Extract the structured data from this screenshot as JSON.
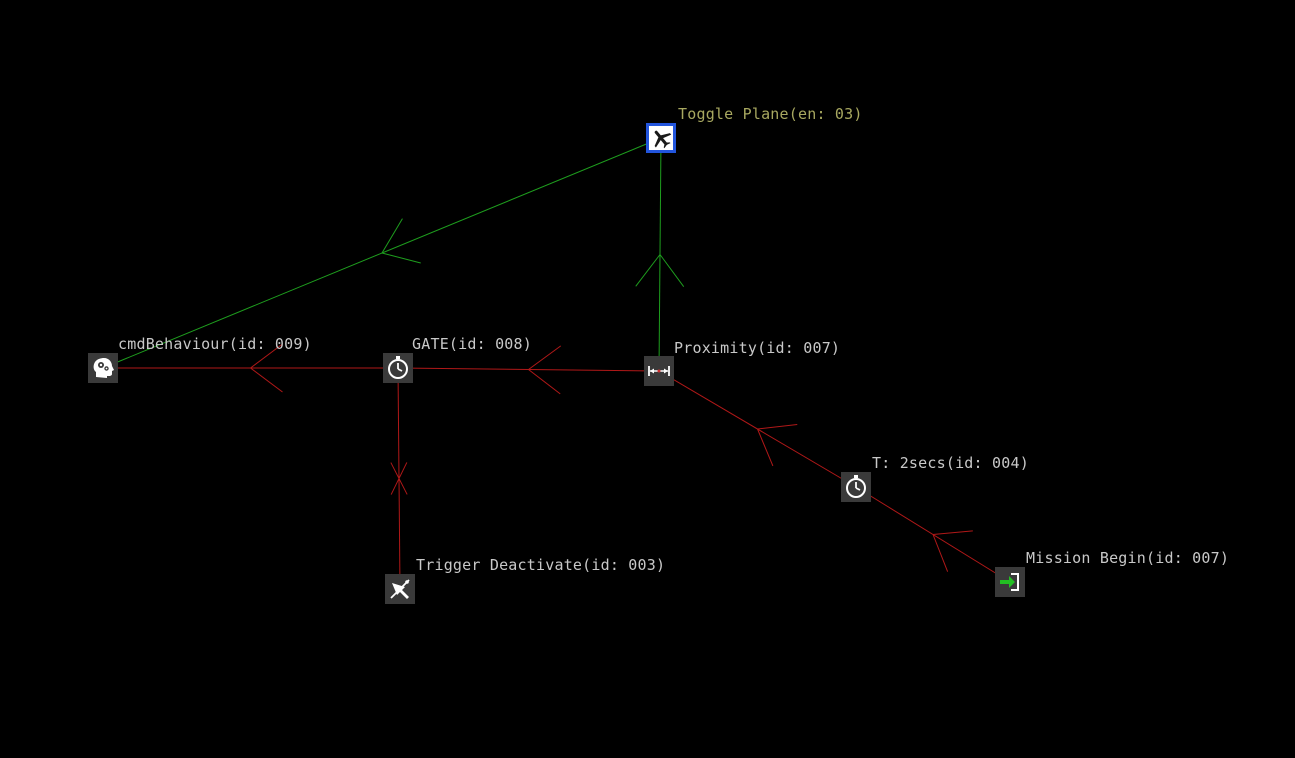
{
  "colors": {
    "background": "#000000",
    "enabled_link": "#1e9e1e",
    "disabled_link": "#b01818",
    "label_default": "#c8c8c8",
    "label_selected": "#a8a860",
    "selection_border": "#2255dd"
  },
  "nodes": [
    {
      "key": "toggle_plane",
      "label": "Toggle Plane(en: 03)",
      "icon": "airplane-icon",
      "selected": true
    },
    {
      "key": "cmd_behaviour",
      "label": "cmdBehaviour(id: 009)",
      "icon": "head-gears-icon",
      "selected": false
    },
    {
      "key": "gate",
      "label": "GATE(id: 008)",
      "icon": "stopwatch-icon",
      "selected": false
    },
    {
      "key": "proximity",
      "label": "Proximity(id: 007)",
      "icon": "distance-icon",
      "selected": false
    },
    {
      "key": "timer",
      "label": "T: 2secs(id: 004)",
      "icon": "stopwatch-icon",
      "selected": false
    },
    {
      "key": "trigger_deactivate",
      "label": "Trigger Deactivate(id: 003)",
      "icon": "trigger-off-icon",
      "selected": false
    },
    {
      "key": "mission_begin",
      "label": "Mission Begin(id: 007)",
      "icon": "enter-icon",
      "selected": false
    }
  ],
  "links": [
    {
      "from": "mission_begin",
      "to": "timer",
      "state": "disabled"
    },
    {
      "from": "timer",
      "to": "proximity",
      "state": "disabled"
    },
    {
      "from": "proximity",
      "to": "gate",
      "state": "disabled"
    },
    {
      "from": "gate",
      "to": "cmd_behaviour",
      "state": "disabled"
    },
    {
      "from": "gate",
      "to": "trigger_deactivate",
      "state": "blocked"
    },
    {
      "from": "proximity",
      "to": "toggle_plane",
      "state": "enabled"
    },
    {
      "from": "toggle_plane",
      "to": "cmd_behaviour",
      "state": "enabled"
    }
  ]
}
